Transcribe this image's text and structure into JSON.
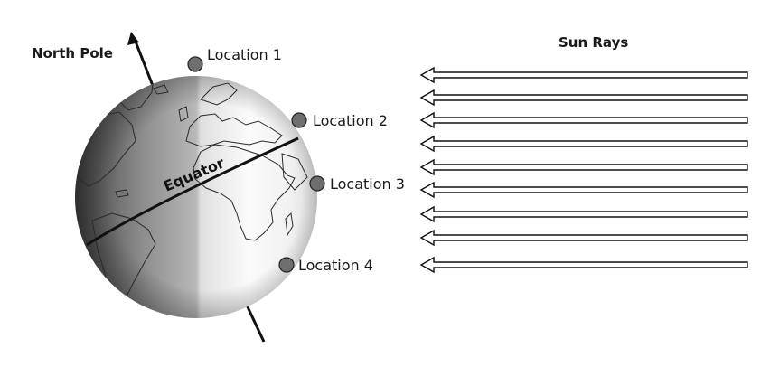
{
  "labels": {
    "north_pole": "North Pole",
    "equator": "Equator",
    "sun_rays": "Sun Rays"
  },
  "locations": [
    "Location 1",
    "Location 2",
    "Location 3",
    "Location 4"
  ],
  "sun_ray_count": 9,
  "colors": {
    "globe_light": "#fbfbfb",
    "globe_mid": "#bcbcbc",
    "globe_dark": "#3e3e3e",
    "marker": "#6e6e6e",
    "line": "#111111"
  }
}
